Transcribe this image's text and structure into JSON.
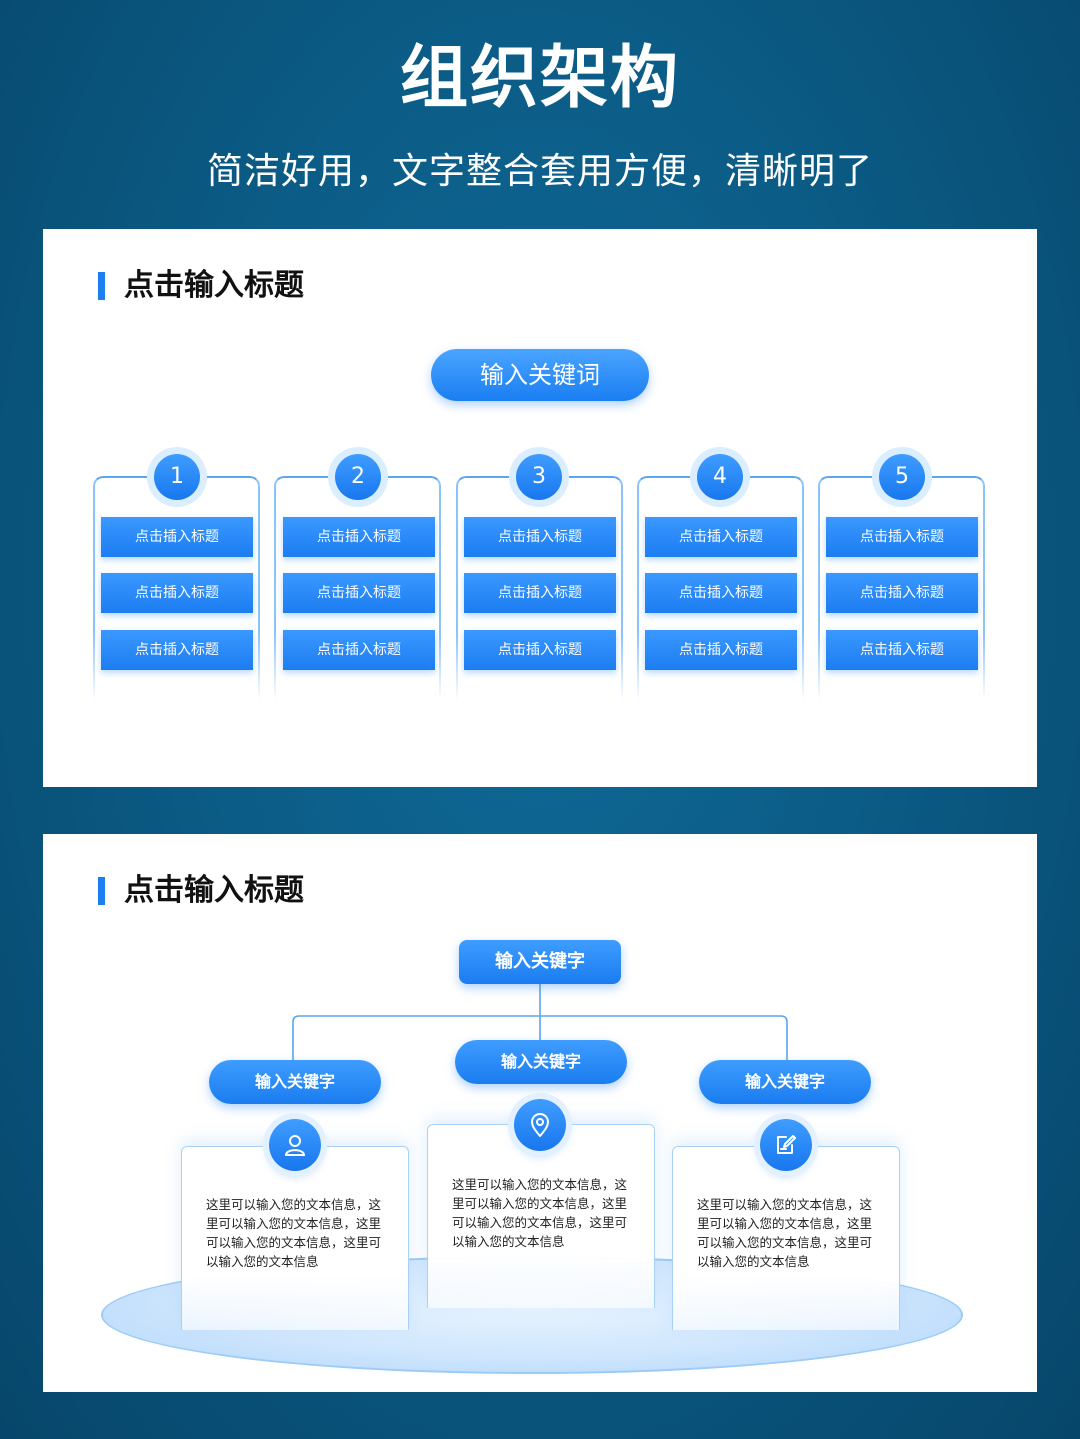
{
  "header": {
    "title": "组织架构",
    "subtitle": "简洁好用，文字整合套用方便，清晰明了"
  },
  "panel1": {
    "section_title": "点击输入标题",
    "root": "输入关键词",
    "columns": [
      {
        "number": "1",
        "items": [
          "点击插入标题",
          "点击插入标题",
          "点击插入标题"
        ]
      },
      {
        "number": "2",
        "items": [
          "点击插入标题",
          "点击插入标题",
          "点击插入标题"
        ]
      },
      {
        "number": "3",
        "items": [
          "点击插入标题",
          "点击插入标题",
          "点击插入标题"
        ]
      },
      {
        "number": "4",
        "items": [
          "点击插入标题",
          "点击插入标题",
          "点击插入标题"
        ]
      },
      {
        "number": "5",
        "items": [
          "点击插入标题",
          "点击插入标题",
          "点击插入标题"
        ]
      }
    ]
  },
  "panel2": {
    "section_title": "点击输入标题",
    "top": "输入关键字",
    "branches": [
      {
        "label": "输入关键字",
        "icon": "user-icon",
        "text": "这里可以输入您的文本信息，这里可以输入您的文本信息，这里可以输入您的文本信息，这里可以输入您的文本信息"
      },
      {
        "label": "输入关键字",
        "icon": "location-pin-icon",
        "text": "这里可以输入您的文本信息，这里可以输入您的文本信息，这里可以输入您的文本信息，这里可以输入您的文本信息"
      },
      {
        "label": "输入关键字",
        "icon": "edit-note-icon",
        "text": "这里可以输入您的文本信息，这里可以输入您的文本信息，这里可以输入您的文本信息，这里可以输入您的文本信息"
      }
    ]
  },
  "colors": {
    "accent": "#1d7ef0",
    "background": "#0b5c86"
  }
}
